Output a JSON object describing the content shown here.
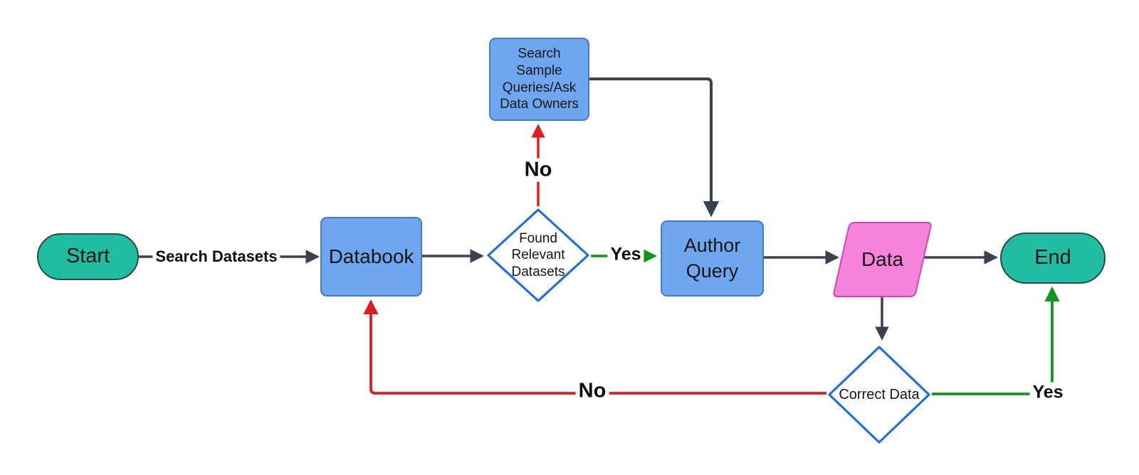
{
  "diagram": {
    "type": "flowchart",
    "nodes": {
      "start": {
        "label": "Start",
        "shape": "terminator"
      },
      "databook": {
        "label": "Databook",
        "shape": "process"
      },
      "found_relevant_datasets": {
        "label": "Found Relevant Datasets",
        "shape": "decision"
      },
      "search_sample_queries": {
        "label": "Search Sample Queries/Ask Data Owners",
        "shape": "process"
      },
      "author_query": {
        "label": "Author Query",
        "shape": "process"
      },
      "data": {
        "label": "Data",
        "shape": "data-parallelogram"
      },
      "correct_data": {
        "label": "Correct Data",
        "shape": "decision"
      },
      "end": {
        "label": "End",
        "shape": "terminator"
      }
    },
    "edges": [
      {
        "from": "start",
        "to": "databook",
        "label": "Search Datasets",
        "color": "dark"
      },
      {
        "from": "databook",
        "to": "found_relevant_datasets",
        "label": "",
        "color": "dark"
      },
      {
        "from": "found_relevant_datasets",
        "to": "search_sample_queries",
        "label": "No",
        "color": "red"
      },
      {
        "from": "found_relevant_datasets",
        "to": "author_query",
        "label": "Yes",
        "color": "green"
      },
      {
        "from": "search_sample_queries",
        "to": "author_query",
        "label": "",
        "color": "dark"
      },
      {
        "from": "author_query",
        "to": "data",
        "label": "",
        "color": "dark"
      },
      {
        "from": "data",
        "to": "end",
        "label": "",
        "color": "dark"
      },
      {
        "from": "data",
        "to": "correct_data",
        "label": "",
        "color": "dark"
      },
      {
        "from": "correct_data",
        "to": "end",
        "label": "Yes",
        "color": "green"
      },
      {
        "from": "correct_data",
        "to": "databook",
        "label": "No",
        "color": "red"
      }
    ],
    "colors": {
      "terminator_fill": "#20bda2",
      "process_fill": "#6ea7f0",
      "process_border": "#4579cc",
      "data_fill": "#f584da",
      "data_border": "#cf43b5",
      "decision_border": "#1c6fe6",
      "decision_fill": "#ffffff",
      "edge_dark": "#39424e",
      "edge_red": "#e11d1d",
      "edge_green": "#12961a",
      "background": "#ffffff"
    }
  }
}
